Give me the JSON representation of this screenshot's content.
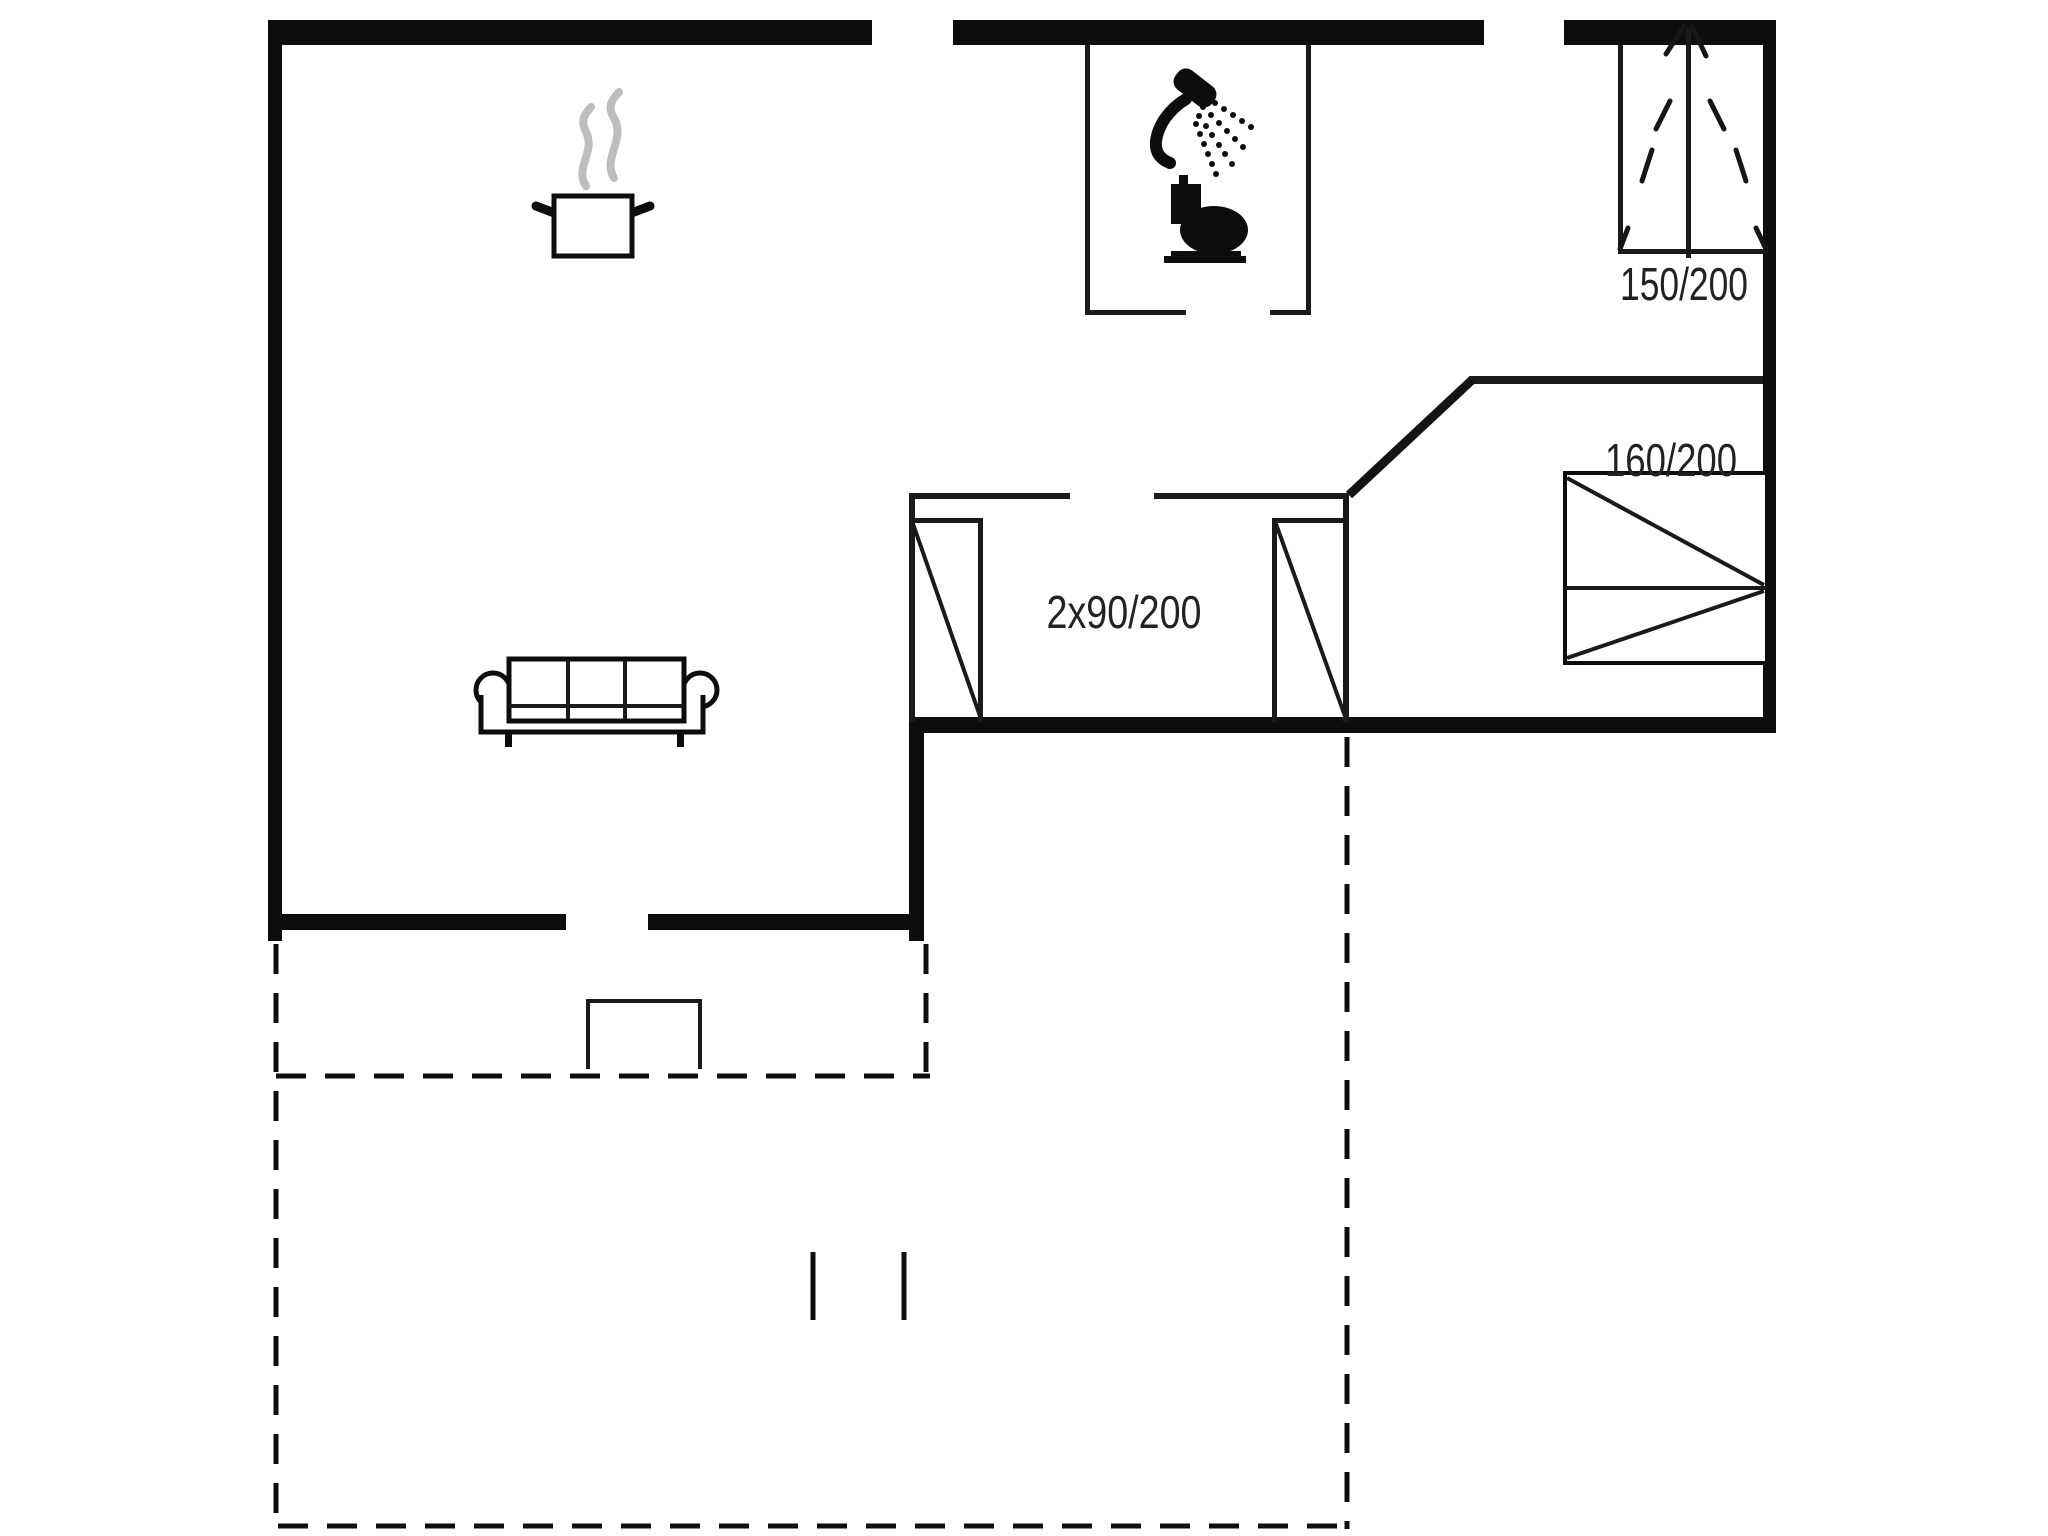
{
  "figure_type": "floor-plan",
  "colors": {
    "background": "#ffffff",
    "walls": "#0d0d0d",
    "thin_lines": "#1a1a1a",
    "steam_gray": "#bdbdbd",
    "label_text": "#222222"
  },
  "labels": {
    "wardrobe_size": "150/200",
    "bed_size": "160/200",
    "double_door_size": "2x90/200"
  },
  "icons": {
    "stove": "steaming-pot-icon",
    "sofa": "sofa-icon",
    "shower": "shower-icon",
    "toilet": "toilet-icon",
    "bed": "double-bed-icon",
    "wardrobe": "wardrobe-double-door-icon",
    "terrace": "dashed-terrace-outline",
    "step": "door-step-symbol"
  }
}
